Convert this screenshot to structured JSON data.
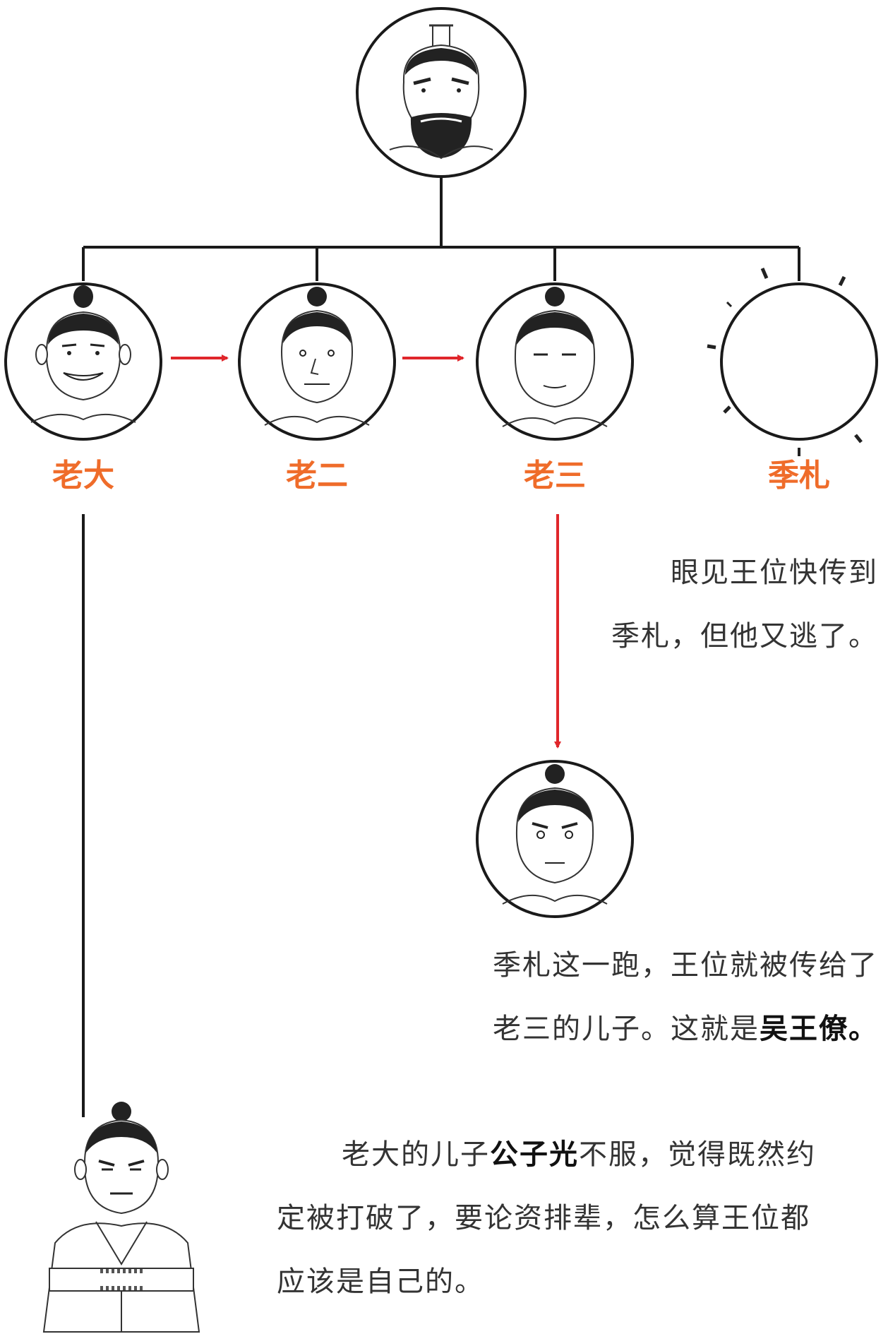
{
  "colors": {
    "line": "#1a1a1a",
    "arrow": "#e0262b",
    "label": "#ef6c2a",
    "text": "#333333",
    "emphasis": "#111111"
  },
  "family": {
    "king": {
      "icon": "bearded-king-portrait-icon"
    },
    "sons": [
      {
        "label": "老大",
        "icon": "eldest-son-grinning-portrait-icon"
      },
      {
        "label": "老二",
        "icon": "second-son-portrait-icon"
      },
      {
        "label": "老三",
        "icon": "third-son-portrait-icon"
      },
      {
        "label": "季札",
        "icon": "empty-portrait-icon"
      }
    ],
    "grandson": {
      "icon": "wu-wang-liao-portrait-icon"
    },
    "gongzi": {
      "icon": "gongzi-guang-arms-crossed-icon"
    }
  },
  "captions": {
    "jizha_escape": {
      "line1": "眼见王位快传到",
      "line2": "季札，但他又逃了。"
    },
    "liao": {
      "line1": "季札这一跑，王位就被传给了",
      "line2_pre": "老三的儿子。这就是",
      "line2_bold": "吴王僚。"
    },
    "guang": {
      "line1_pre": "老大的儿子",
      "line1_bold": "公子光",
      "line1_post": "不服，觉得既然约",
      "line2": "定被打破了，要论资排辈，怎么算王位都",
      "line3": "应该是自己的。"
    }
  }
}
